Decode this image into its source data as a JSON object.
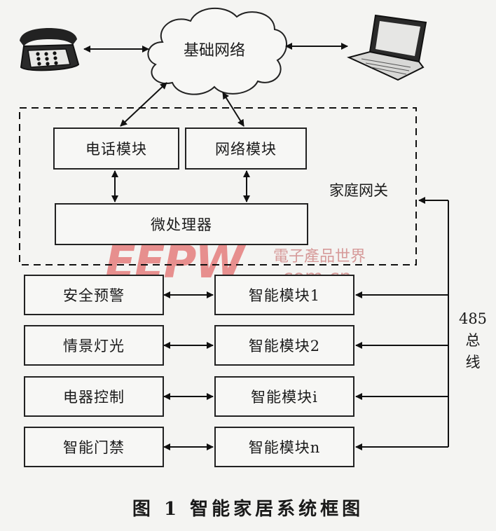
{
  "network": {
    "label": "基础网络"
  },
  "gateway": {
    "label": "家庭网关",
    "phone_module": "电话模块",
    "net_module": "网络模块",
    "cpu": "微处理器"
  },
  "devices": [
    {
      "name": "安全预警",
      "module": "智能模块1"
    },
    {
      "name": "情景灯光",
      "module": "智能模块2"
    },
    {
      "name": "电器控制",
      "module": "智能模块i"
    },
    {
      "name": "智能门禁",
      "module": "智能模块n"
    }
  ],
  "bus": {
    "line1": "485",
    "line2": "总",
    "line3": "线"
  },
  "caption": "图 1  智能家居系统框图",
  "watermark": {
    "logo": "EEPW",
    "sub": "電子產品世界",
    "url": ".com.cn"
  },
  "icons": [
    "telephone-icon",
    "laptop-icon",
    "cloud-icon"
  ]
}
